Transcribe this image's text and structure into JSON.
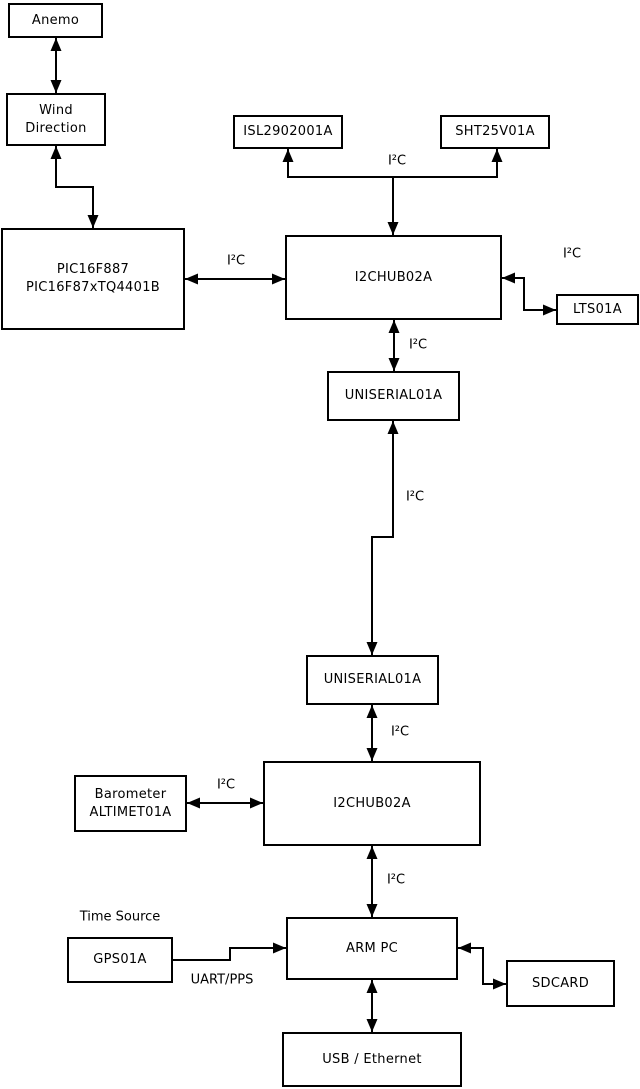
{
  "nodes": {
    "anemo": {
      "label": "Anemo"
    },
    "wind": {
      "line1": "Wind",
      "line2": "Direction"
    },
    "pic": {
      "line1": "PIC16F887",
      "line2": "PIC16F87xTQ4401B"
    },
    "isl": {
      "label": "ISL2902001A"
    },
    "sht": {
      "label": "SHT25V01A"
    },
    "hub1": {
      "label": "I2CHUB02A"
    },
    "lts": {
      "label": "LTS01A"
    },
    "uni1": {
      "label": "UNISERIAL01A"
    },
    "uni2": {
      "label": "UNISERIAL01A"
    },
    "hub2": {
      "label": "I2CHUB02A"
    },
    "barometer": {
      "line1": "Barometer",
      "line2": "ALTIMET01A"
    },
    "gps": {
      "label": "GPS01A"
    },
    "arm": {
      "label": "ARM PC"
    },
    "sdcard": {
      "label": "SDCARD"
    },
    "usb": {
      "label": "USB / Ethernet"
    }
  },
  "labels": {
    "i2c_pic_hub": "I²C",
    "i2c_sensors": "I²C",
    "i2c_lts": "I²C",
    "i2c_hub_uni1": "I²C",
    "i2c_link": "I²C",
    "i2c_uni2_hub2": "I²C",
    "i2c_baro": "I²C",
    "i2c_hub2_arm": "I²C",
    "time_source": "Time Source",
    "uart_pps": "UART/PPS"
  },
  "edges": [
    {
      "from": "Anemo",
      "to": "Wind Direction",
      "arrows": "both",
      "label": ""
    },
    {
      "from": "Wind Direction",
      "to": "PIC16F887 PIC16F87xTQ4401B",
      "arrows": "both",
      "label": ""
    },
    {
      "from": "PIC16F887 PIC16F87xTQ4401B",
      "to": "I2CHUB02A (top)",
      "arrows": "both",
      "label": "I²C"
    },
    {
      "from": "I2CHUB02A (top)",
      "to": "ISL2902001A",
      "arrows": "end",
      "label": "I²C"
    },
    {
      "from": "I2CHUB02A (top)",
      "to": "SHT25V01A",
      "arrows": "end",
      "label": "I²C"
    },
    {
      "from": "I2CHUB02A (top)",
      "to": "LTS01A",
      "arrows": "both",
      "label": "I²C"
    },
    {
      "from": "I2CHUB02A (top)",
      "to": "UNISERIAL01A (top)",
      "arrows": "both",
      "label": "I²C"
    },
    {
      "from": "UNISERIAL01A (top)",
      "to": "UNISERIAL01A (bottom)",
      "arrows": "both",
      "label": "I²C"
    },
    {
      "from": "UNISERIAL01A (bottom)",
      "to": "I2CHUB02A (bottom)",
      "arrows": "both",
      "label": "I²C"
    },
    {
      "from": "Barometer ALTIMET01A",
      "to": "I2CHUB02A (bottom)",
      "arrows": "both",
      "label": "I²C"
    },
    {
      "from": "I2CHUB02A (bottom)",
      "to": "ARM PC",
      "arrows": "both",
      "label": "I²C"
    },
    {
      "from": "GPS01A",
      "to": "ARM PC",
      "arrows": "end",
      "label": "UART/PPS"
    },
    {
      "from": "ARM PC",
      "to": "SDCARD",
      "arrows": "both",
      "label": ""
    },
    {
      "from": "ARM PC",
      "to": "USB / Ethernet",
      "arrows": "both",
      "label": ""
    }
  ],
  "colors": {
    "stroke": "#000000",
    "background": "#ffffff"
  }
}
